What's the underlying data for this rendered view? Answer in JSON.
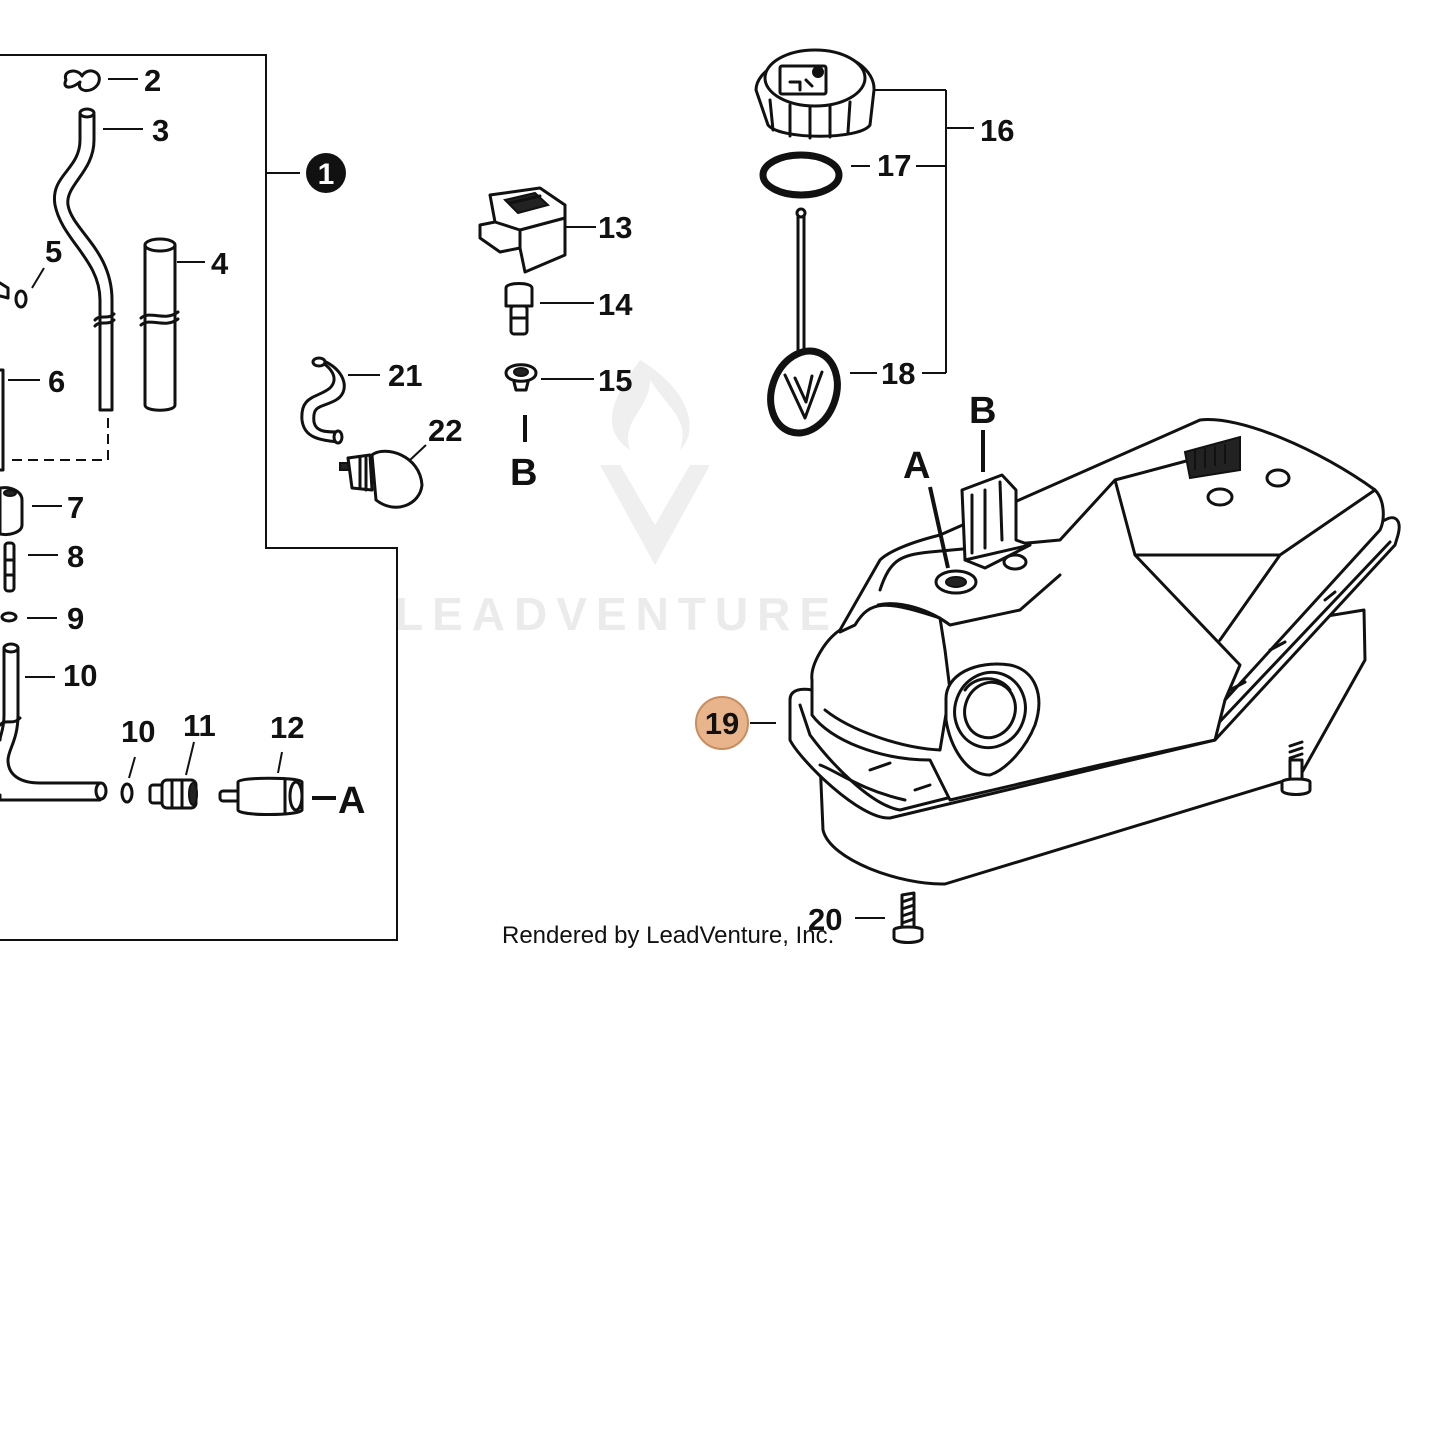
{
  "diagram": {
    "watermark": "LEADVENTURE",
    "credit": "Rendered by LeadVenture, Inc.",
    "assembly_callout": "1",
    "highlight_color": "#e8b48c",
    "callouts": {
      "c2": "2",
      "c3": "3",
      "c4": "4",
      "c5": "5",
      "c6": "6",
      "c7": "7",
      "c8": "8",
      "c9": "9",
      "c10a": "10",
      "c10b": "10",
      "c11": "11",
      "c12": "12",
      "c13": "13",
      "c14": "14",
      "c15": "15",
      "c16": "16",
      "c17": "17",
      "c18": "18",
      "c19": "19",
      "c20": "20",
      "c21": "21",
      "c22": "22"
    },
    "connectors": {
      "a1": "A",
      "a2": "A",
      "b1": "B",
      "b2": "B"
    }
  }
}
